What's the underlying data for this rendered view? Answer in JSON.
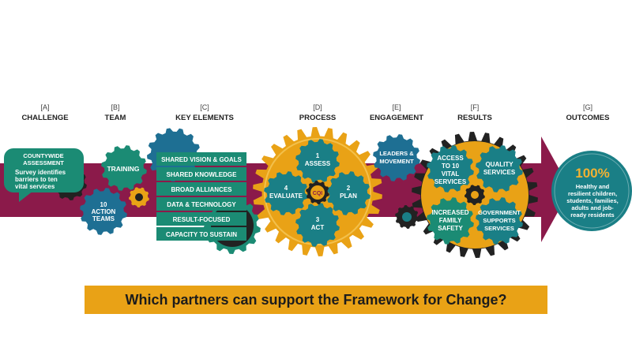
{
  "colors": {
    "arrow": "#8B1A4A",
    "teal": "#1A7F86",
    "green": "#1B8B74",
    "gold": "#E9A216",
    "blue": "#1E6F93",
    "dark": "#222222"
  },
  "headers": [
    {
      "letter": "[A]",
      "title": "CHALLENGE"
    },
    {
      "letter": "[B]",
      "title": "TEAM"
    },
    {
      "letter": "[C]",
      "title": "KEY ELEMENTS"
    },
    {
      "letter": "[D]",
      "title": "PROCESS"
    },
    {
      "letter": "[E]",
      "title": "ENGAGEMENT"
    },
    {
      "letter": "[F]",
      "title": "RESULTS"
    },
    {
      "letter": "[G]",
      "title": "OUTCOMES"
    }
  ],
  "challenge": {
    "title": "COUNTYWIDE ASSESSMENT",
    "title_lines": [
      "COUNTYWIDE",
      "ASSESSMENT"
    ],
    "body_lines": [
      "Survey identifies",
      "barriers to ten",
      "vital services"
    ]
  },
  "team": {
    "training": "TRAINING",
    "action_teams_lines": [
      "10",
      "ACTION",
      "TEAMS"
    ]
  },
  "key_elements": [
    "SHARED VISION & GOALS",
    "SHARED KNOWLEDGE",
    "BROAD ALLIANCES",
    "DATA & TECHNOLOGY",
    "RESULT-FOCUSED",
    "CAPACITY TO SUSTAIN"
  ],
  "process": {
    "center": "CQI",
    "steps": [
      {
        "num": "1",
        "label": "ASSESS"
      },
      {
        "num": "2",
        "label": "PLAN"
      },
      {
        "num": "3",
        "label": "ACT"
      },
      {
        "num": "4",
        "label": "EVALUATE"
      }
    ]
  },
  "engagement": {
    "lines": [
      "LEADERS &",
      "MOVEMENT"
    ]
  },
  "results": [
    {
      "lines": [
        "ACCESS",
        "TO 10",
        "VITAL",
        "SERVICES"
      ]
    },
    {
      "lines": [
        "QUALITY",
        "SERVICES"
      ]
    },
    {
      "lines": [
        "INCREASED",
        "FAMILY",
        "SAFETY"
      ]
    },
    {
      "lines": [
        "GOVERNMENT",
        "SUPPORTS",
        "SERVICES"
      ]
    }
  ],
  "outcome": {
    "percent": "100%",
    "lines": [
      "Healthy and",
      "resilient children,",
      "students, families,",
      "adults and job-",
      "ready residents"
    ]
  },
  "question": "Which partners can support the Framework for Change?"
}
